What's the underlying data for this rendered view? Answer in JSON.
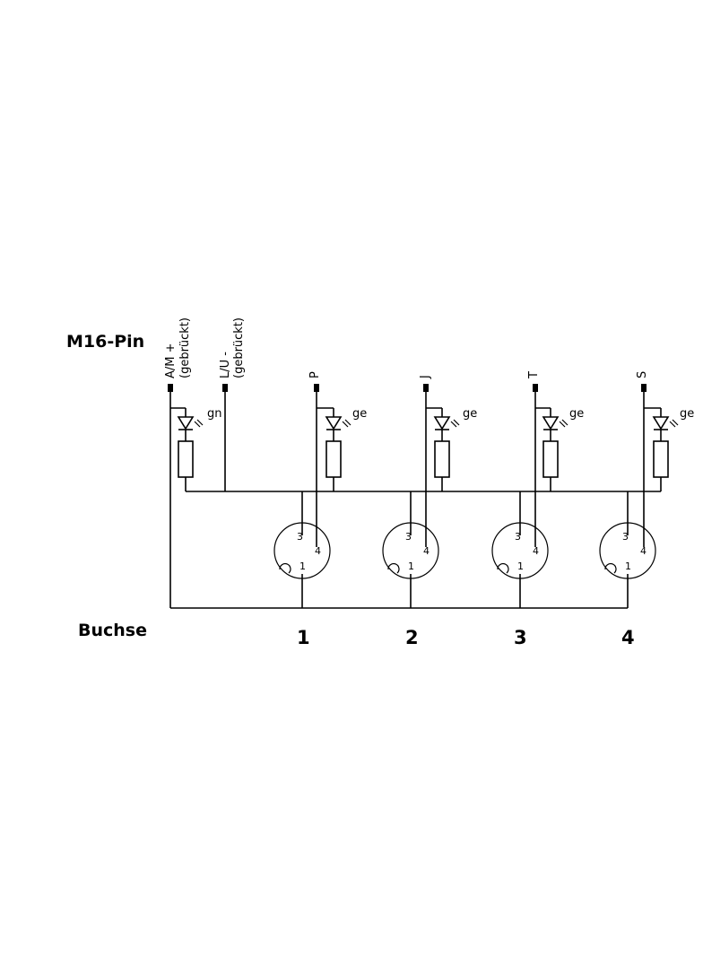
{
  "labels": {
    "pin_header": "M16-Pin",
    "socket_header": "Buchse"
  },
  "signals": [
    {
      "name": "A/M +",
      "note": "(gebrückt)",
      "led_color": "gn"
    },
    {
      "name": "L/U -",
      "note": "(gebrückt)"
    },
    {
      "name": "P",
      "led_color": "ge"
    },
    {
      "name": "J",
      "led_color": "ge"
    },
    {
      "name": "T",
      "led_color": "ge"
    },
    {
      "name": "S",
      "led_color": "ge"
    }
  ],
  "sockets": [
    {
      "number": "1",
      "pins": {
        "p3": "3",
        "p4": "4",
        "p1": "1"
      }
    },
    {
      "number": "2",
      "pins": {
        "p3": "3",
        "p4": "4",
        "p1": "1"
      }
    },
    {
      "number": "3",
      "pins": {
        "p3": "3",
        "p4": "4",
        "p1": "1"
      }
    },
    {
      "number": "4",
      "pins": {
        "p3": "3",
        "p4": "4",
        "p1": "1"
      }
    }
  ]
}
